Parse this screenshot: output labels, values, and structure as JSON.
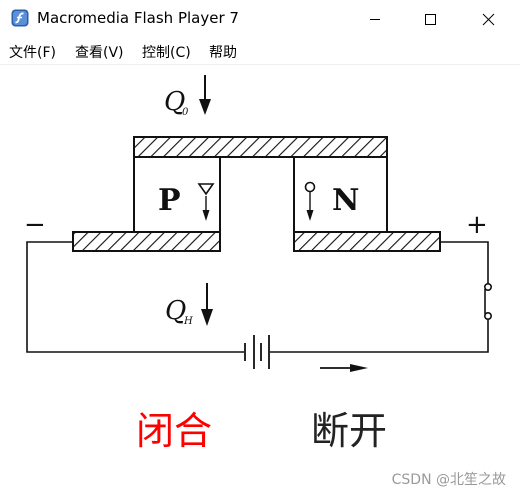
{
  "window": {
    "title": "Macromedia Flash Player 7",
    "controls": [
      "minimize-icon",
      "maximize-icon",
      "close-icon"
    ]
  },
  "menu": {
    "file": "文件(F)",
    "view": "查看(V)",
    "control": "控制(C)",
    "help": "帮助"
  },
  "diagram": {
    "heat_in_label": "Q",
    "heat_in_sub": "0",
    "heat_out_label": "Q",
    "heat_out_sub": "H",
    "p_label": "P",
    "n_label": "N",
    "minus_label": "−",
    "plus_label": "+",
    "closed_label": "闭合",
    "open_label": "断开",
    "closed_color": "#ff0000",
    "open_color": "#222222"
  },
  "watermark": "CSDN @北笙之故"
}
